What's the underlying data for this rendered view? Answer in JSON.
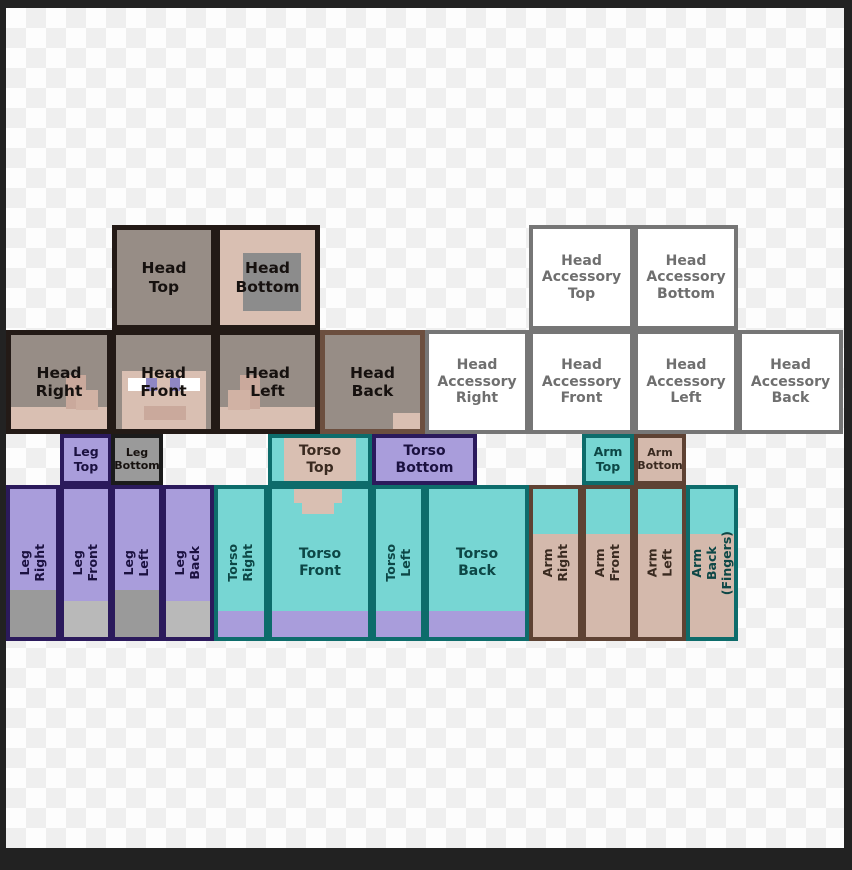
{
  "document": {
    "title": "Minecraft Skin Texture Template",
    "background": "transparency-checkerboard"
  },
  "palette": {
    "hair": "#978d86",
    "skin": "#d9bfb2",
    "skin_dark": "#caa99c",
    "leg_purple": "#a99ddb",
    "torso_cyan": "#77d6d3",
    "arm_skin": "#d4b9ac",
    "leg_gray": "#9a9a9a",
    "accessory_border": "#767676",
    "head_border": "#231a16",
    "eye_blue": "#8f87c4"
  },
  "regions": {
    "head": {
      "top": "Head\nTop",
      "bottom": "Head\nBottom",
      "right": "Head\nRight",
      "front": "Head\nFront",
      "left": "Head\nLeft",
      "back": "Head\nBack"
    },
    "head_accessory": {
      "top": "Head\nAccessory\nTop",
      "bottom": "Head\nAccessory\nBottom",
      "right": "Head\nAccessory\nRight",
      "front": "Head\nAccessory\nFront",
      "left": "Head\nAccessory\nLeft",
      "back": "Head\nAccessory\nBack"
    },
    "leg": {
      "top": "Leg\nTop",
      "bottom": "Leg\nBottom",
      "right": "Leg\nRight",
      "front": "Leg\nFront",
      "left": "Leg\nLeft",
      "back": "Leg\nBack"
    },
    "torso": {
      "top": "Torso\nTop",
      "bottom": "Torso\nBottom",
      "right": "Torso\nRight",
      "front": "Torso\nFront",
      "left": "Torso\nLeft",
      "back": "Torso\nBack"
    },
    "arm": {
      "top": "Arm\nTop",
      "bottom": "Arm\nBottom",
      "right": "Arm\nRight",
      "front": "Arm\nFront",
      "left": "Arm\nLeft",
      "back": "Arm\nBack (Fingers)"
    }
  }
}
